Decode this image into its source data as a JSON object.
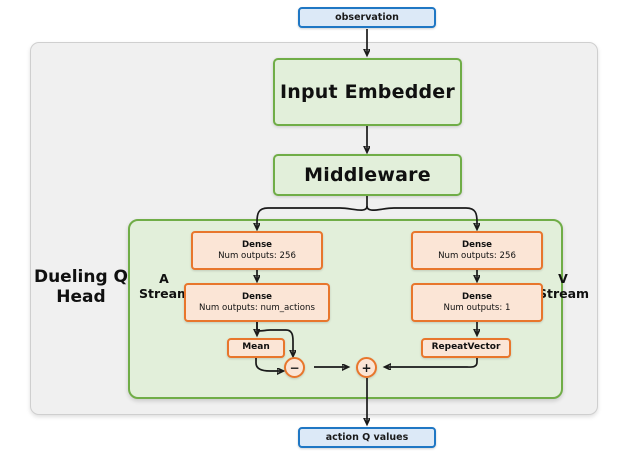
{
  "diagram": {
    "title_label": "Dueling Q Head",
    "input_node": {
      "label": "observation"
    },
    "output_node": {
      "label": "action Q values"
    },
    "trunk": [
      {
        "name": "input-embedder",
        "label": "Input Embedder"
      },
      {
        "name": "middleware",
        "label": "Middleware"
      }
    ],
    "streams": [
      {
        "name": "advantage-stream",
        "label_line1": "A",
        "label_line2": "Stream",
        "layers": [
          {
            "title": "Dense",
            "subtitle": "Num outputs: 256"
          },
          {
            "title": "Dense",
            "subtitle": "Num outputs: num_actions"
          },
          {
            "title": "Mean",
            "subtitle": ""
          }
        ]
      },
      {
        "name": "value-stream",
        "label_line1": "V",
        "label_line2": "Stream",
        "layers": [
          {
            "title": "Dense",
            "subtitle": "Num outputs: 256"
          },
          {
            "title": "Dense",
            "subtitle": "Num outputs: 1"
          },
          {
            "title": "RepeatVector",
            "subtitle": ""
          }
        ]
      }
    ],
    "operators": [
      {
        "name": "subtract-operator",
        "symbol": "−"
      },
      {
        "name": "add-operator",
        "symbol": "+"
      }
    ],
    "colors": {
      "io_border": "#1f77c4",
      "io_fill": "#dce9f7",
      "block_border": "#70ad47",
      "block_fill": "#e2efda",
      "layer_border": "#e8762c",
      "layer_fill": "#fbe5d6",
      "container_fill": "#f0f0f0",
      "container_border": "#cfcfcf",
      "wire": "#1a1a1a"
    }
  }
}
